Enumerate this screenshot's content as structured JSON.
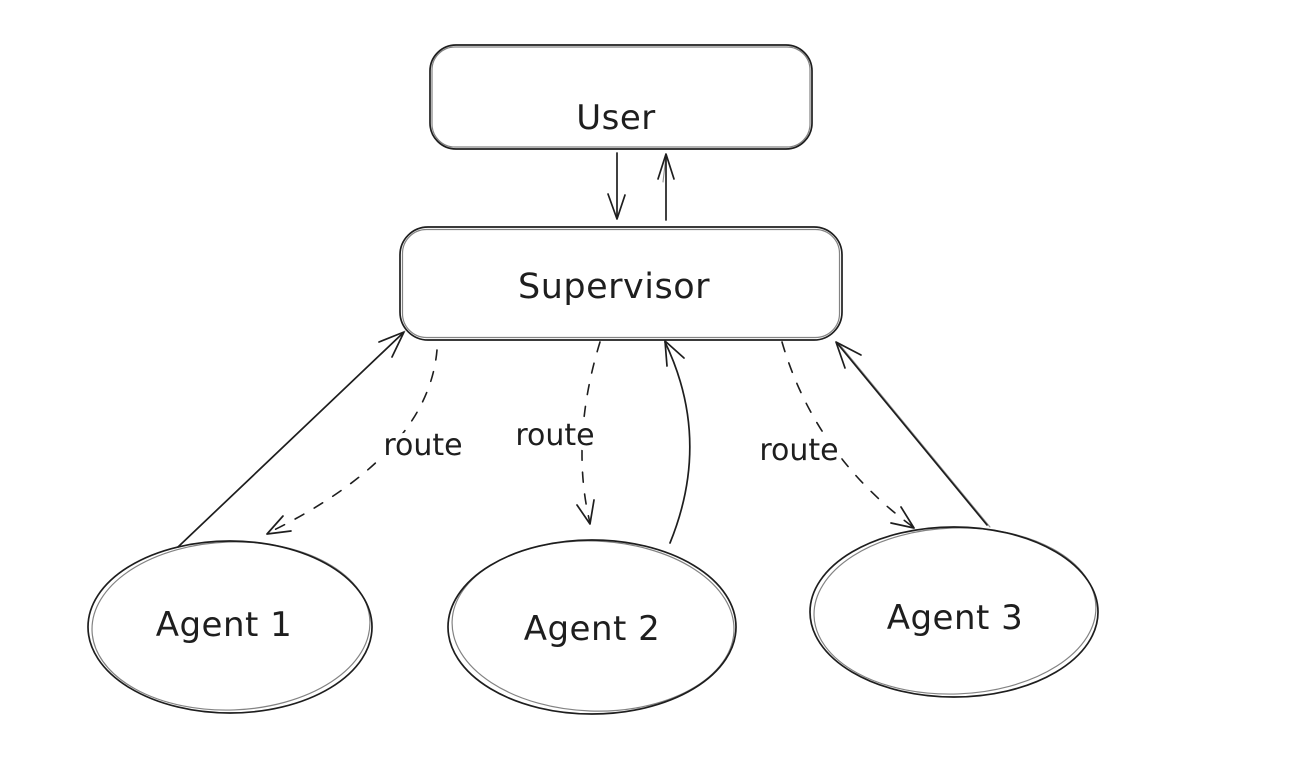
{
  "diagram": {
    "type": "flowchart",
    "style": "hand-drawn-sketch",
    "colors": {
      "background": "#ffffff",
      "stroke": "#1e1e1e",
      "shape_fill": "#ffffff"
    },
    "nodes": {
      "user": {
        "label": "User",
        "shape": "rounded-rectangle"
      },
      "supervisor": {
        "label": "Supervisor",
        "shape": "rounded-rectangle"
      },
      "agent1": {
        "label": "Agent 1",
        "shape": "ellipse"
      },
      "agent2": {
        "label": "Agent 2",
        "shape": "ellipse"
      },
      "agent3": {
        "label": "Agent 3",
        "shape": "ellipse"
      }
    },
    "edges": {
      "user_to_supervisor": {
        "from": "User",
        "to": "Supervisor",
        "style": "solid-arrow",
        "direction": "down"
      },
      "supervisor_to_user": {
        "from": "Supervisor",
        "to": "User",
        "style": "solid-arrow",
        "direction": "up"
      },
      "supervisor_to_agent1": {
        "from": "Supervisor",
        "to": "Agent 1",
        "style": "dashed-arrow",
        "label": "route"
      },
      "agent1_to_supervisor": {
        "from": "Agent 1",
        "to": "Supervisor",
        "style": "solid-arrow"
      },
      "supervisor_to_agent2": {
        "from": "Supervisor",
        "to": "Agent 2",
        "style": "dashed-arrow",
        "label": "route"
      },
      "agent2_to_supervisor": {
        "from": "Agent 2",
        "to": "Supervisor",
        "style": "solid-arrow"
      },
      "supervisor_to_agent3": {
        "from": "Supervisor",
        "to": "Agent 3",
        "style": "dashed-arrow",
        "label": "route"
      },
      "agent3_to_supervisor": {
        "from": "Agent 3",
        "to": "Supervisor",
        "style": "solid-arrow"
      }
    }
  }
}
